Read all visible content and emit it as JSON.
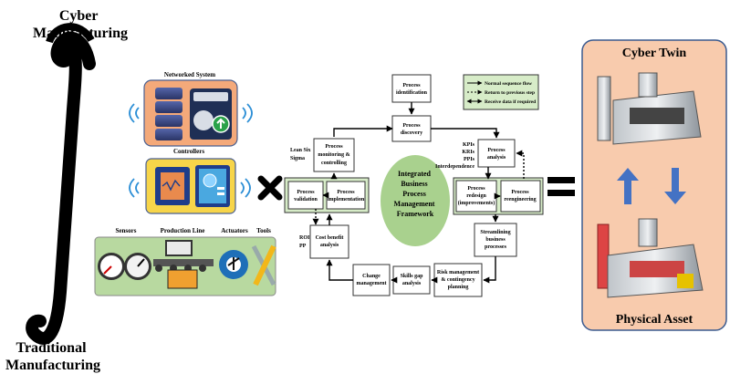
{
  "left_axis": {
    "top_label": [
      "Cyber",
      "Manufacturing"
    ],
    "bottom_label": [
      "Traditional",
      "Manufacturing"
    ]
  },
  "components": {
    "networked_system": "Networked System",
    "controllers": "Controllers",
    "sensors": "Sensors",
    "production_line": "Production Line",
    "actuators": "Actuators",
    "tools": "Tools"
  },
  "legend": {
    "normal": "Normal sequence flow",
    "return": "Return to previous step",
    "receive": "Receive data if required"
  },
  "framework": {
    "center": [
      "Integrated",
      "Business",
      "Process",
      "Management",
      "Framework"
    ],
    "identification": [
      "Process",
      "identification"
    ],
    "discovery": [
      "Process",
      "discovery"
    ],
    "monitoring": [
      "Process",
      "monitoring &",
      "controlling"
    ],
    "analysis": [
      "Process",
      "analysis"
    ],
    "validation": [
      "Process",
      "validation"
    ],
    "implementation": [
      "Process",
      "implementation"
    ],
    "redesign": [
      "Process",
      "redesign",
      "(improvements)"
    ],
    "reengineering": [
      "Process",
      "reengineering"
    ],
    "cost_benefit": [
      "Cost benefit",
      "analysis"
    ],
    "streamlining": [
      "Streamlining",
      "business",
      "processes"
    ],
    "change_mgmt": [
      "Change",
      "management"
    ],
    "skills_gap": [
      "Skills gap",
      "analysis"
    ],
    "risk_mgmt": [
      "Risk management",
      "& contingency",
      "planning"
    ],
    "lean_six_sigma": [
      "Lean Six",
      "Sigma"
    ],
    "kpis": [
      "KPIs",
      "KRIs",
      "PPIs",
      "Interdependence"
    ],
    "roi": [
      "ROI",
      "PP"
    ]
  },
  "right": {
    "cyber_twin": "Cyber Twin",
    "physical_asset": "Physical Asset"
  },
  "colors": {
    "orange_panel": "#f4a97a",
    "yellow_panel": "#f7d54a",
    "green_panel": "#b8d9a0",
    "center_circle": "#a9d18e",
    "right_panel": "#f8cbad",
    "arrow_blue": "#4472c4"
  }
}
